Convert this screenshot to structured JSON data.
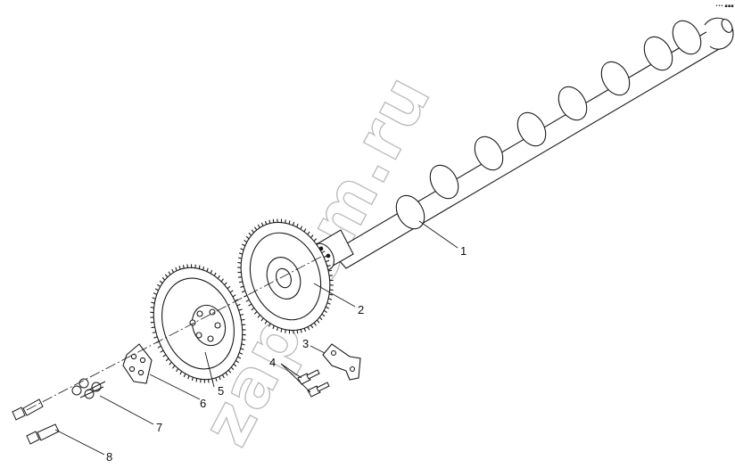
{
  "diagram": {
    "callouts": [
      "1",
      "2",
      "3",
      "4",
      "5",
      "6",
      "7",
      "8"
    ],
    "watermark": "zapkom.ru",
    "corner_code": "••• ▪▪▪",
    "colors": {
      "line": "#1a1a1a",
      "watermark": "#b9b9b9",
      "background": "#ffffff"
    }
  }
}
